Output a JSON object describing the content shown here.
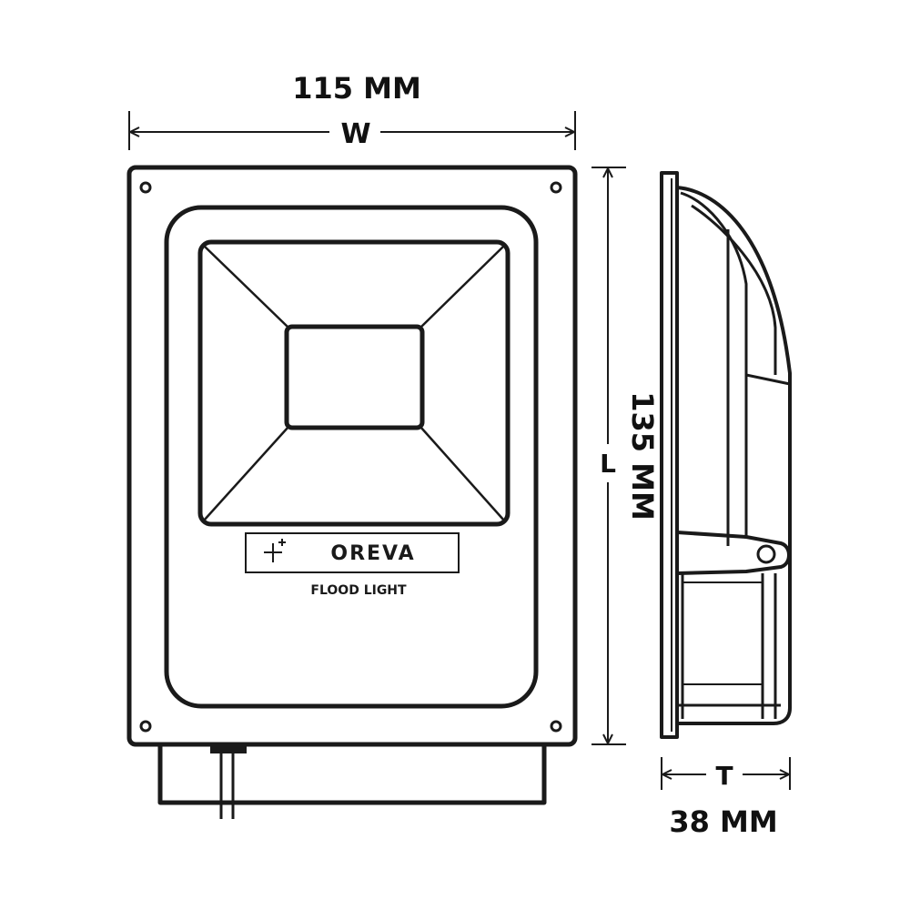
{
  "dimensions": {
    "width_value": "115 MM",
    "width_letter": "W",
    "length_value": "135 MM",
    "length_letter": "L",
    "thickness_value": "38 MM",
    "thickness_letter": "T"
  },
  "label": {
    "brand": "OREVA",
    "product": "FLOOD LIGHT"
  },
  "icons": [
    "brand-logo-icon",
    "screw-icon"
  ],
  "colors": {
    "line": "#1a1a1a",
    "background": "#ffffff"
  }
}
